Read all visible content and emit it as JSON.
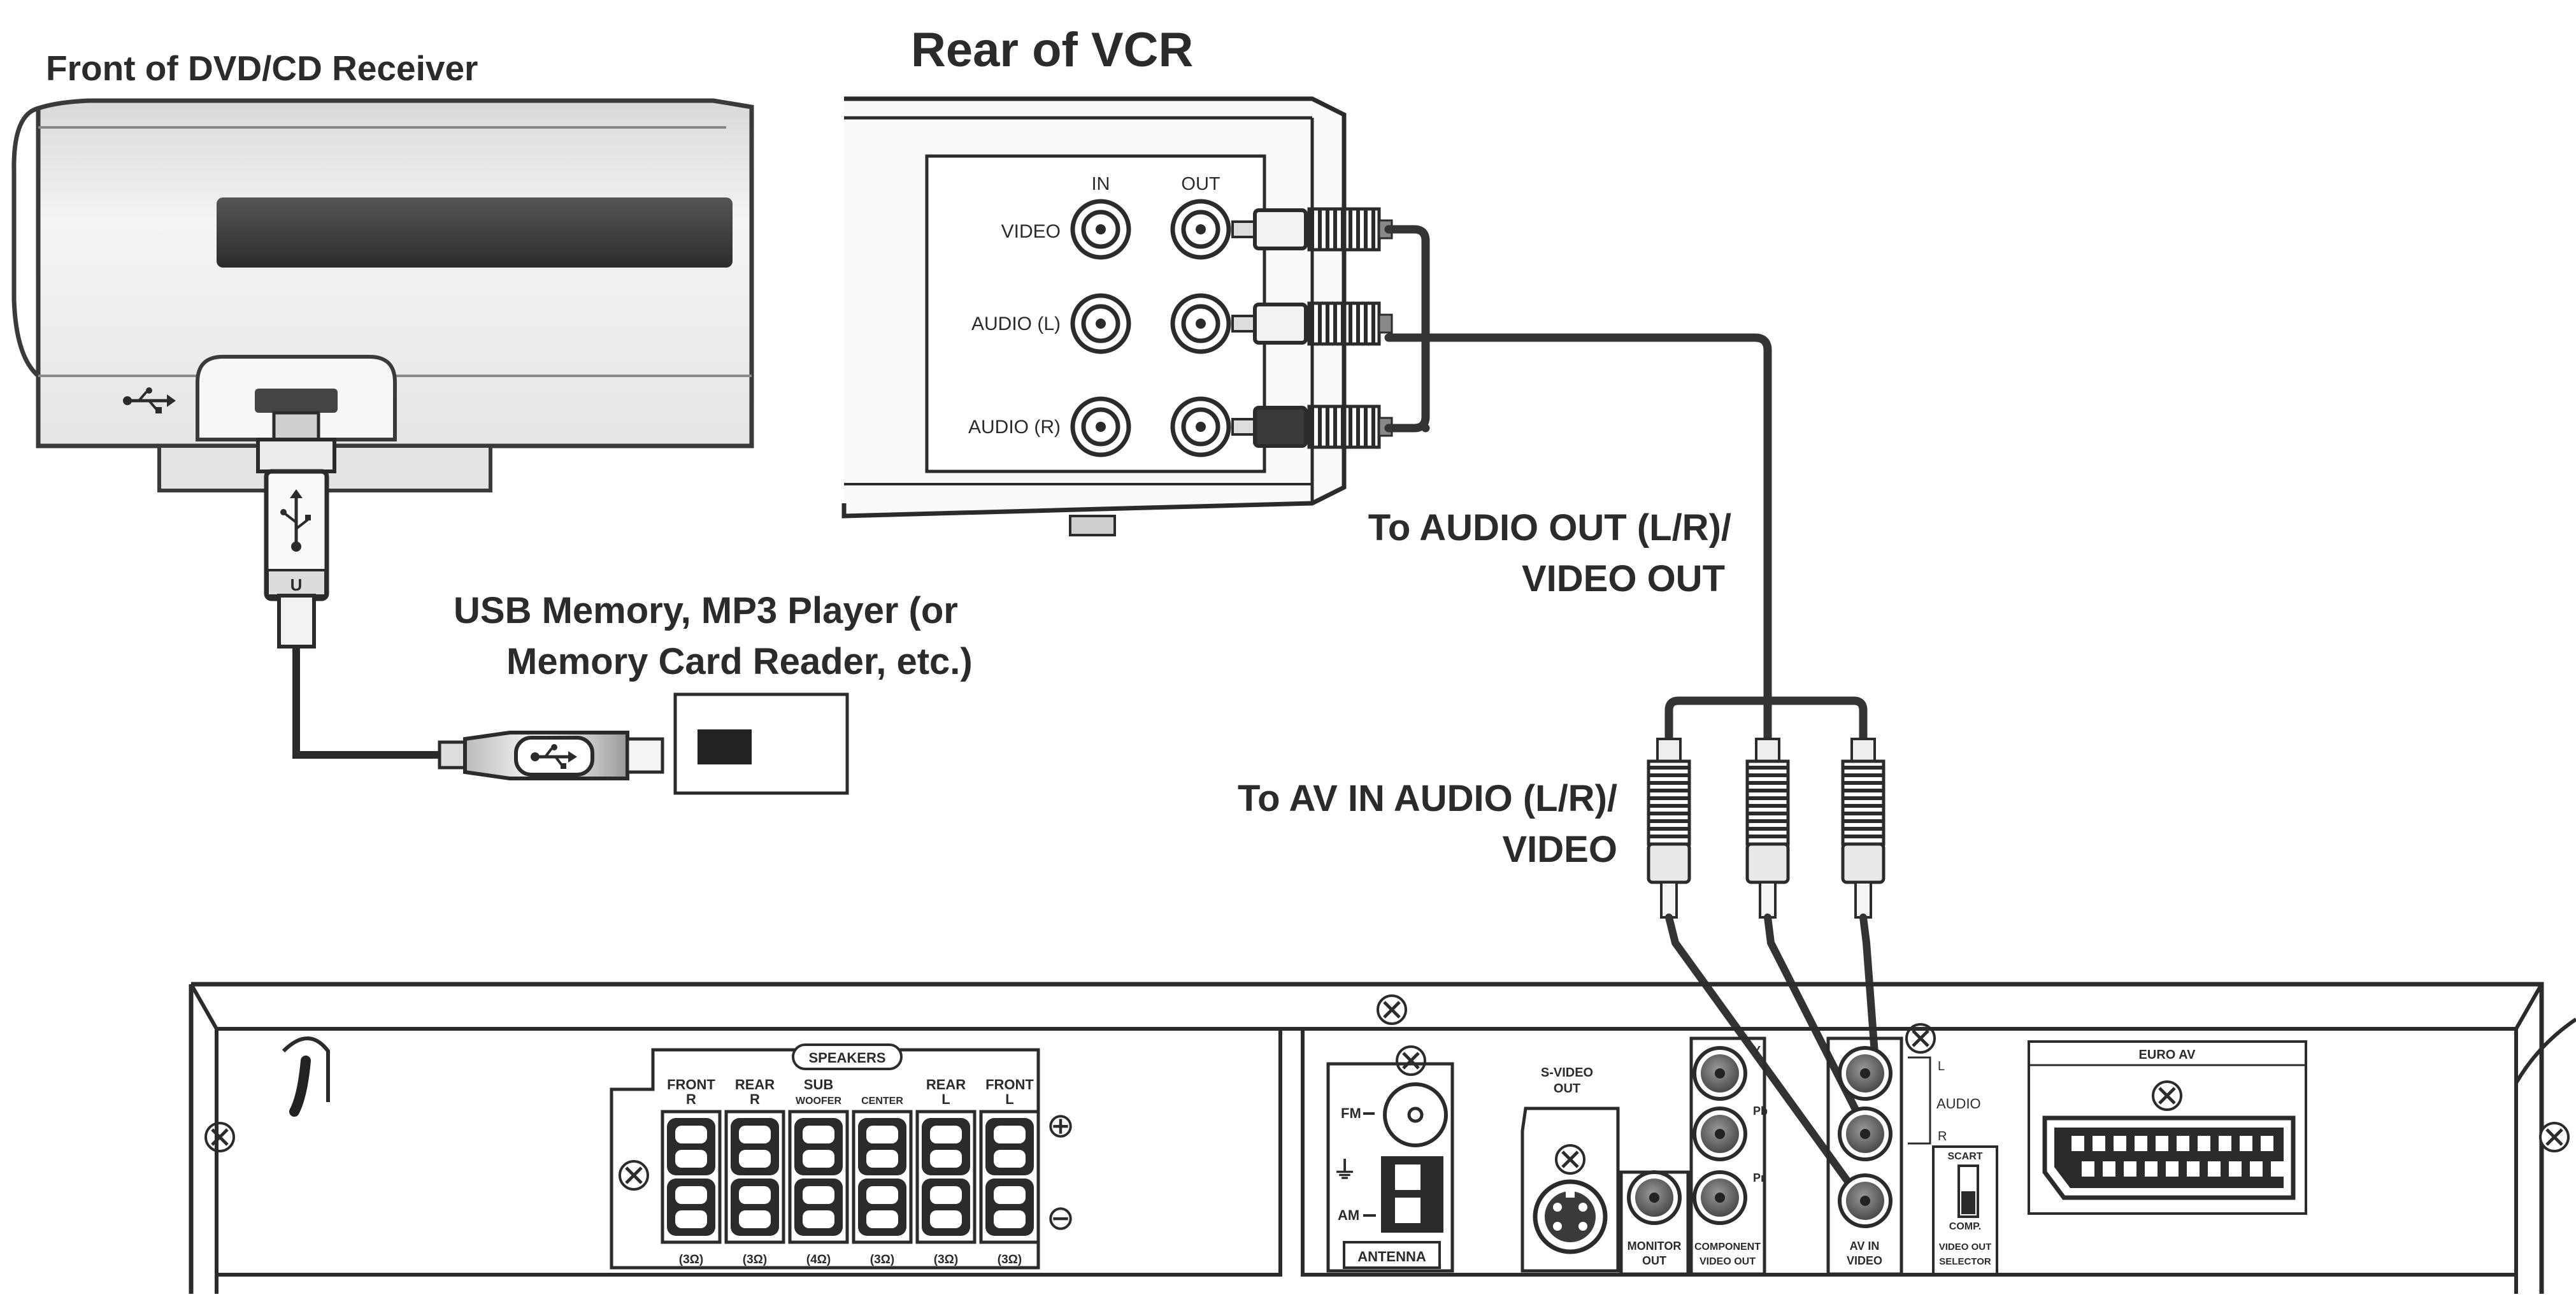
{
  "captions": {
    "dvd_front": "Front of DVD/CD Receiver",
    "vcr_rear": "Rear of VCR",
    "usb_line1": "USB Memory, MP3 Player (or",
    "usb_line2": "Memory Card Reader, etc.)",
    "vcr_out_line1": "To AUDIO OUT (L/R)/",
    "vcr_out_line2": "VIDEO OUT",
    "av_in_line1": "To AV IN AUDIO (L/R)/",
    "av_in_line2": "VIDEO"
  },
  "vcr_panel": {
    "col_in": "IN",
    "col_out": "OUT",
    "row_video": "VIDEO",
    "row_audio_l": "AUDIO (L)",
    "row_audio_r": "AUDIO (R)"
  },
  "usb_plug_letter": "U",
  "rear_panel": {
    "speakers_title": "SPEAKERS",
    "speaker_cols": [
      {
        "line1": "FRONT",
        "line2": "R",
        "imp": "(3Ω)"
      },
      {
        "line1": "REAR",
        "line2": "R",
        "imp": "(3Ω)"
      },
      {
        "line1": "SUB",
        "line2": "WOOFER",
        "imp": "(4Ω)"
      },
      {
        "line1": "",
        "line2": "CENTER",
        "imp": "(3Ω)"
      },
      {
        "line1": "REAR",
        "line2": "L",
        "imp": "(3Ω)"
      },
      {
        "line1": "FRONT",
        "line2": "L",
        "imp": "(3Ω)"
      }
    ],
    "plus_sign": "⊕",
    "minus_sign": "⊖",
    "fm": "FM",
    "am": "AM",
    "antenna": "ANTENNA",
    "svideo_line1": "S-VIDEO",
    "svideo_line2": "OUT",
    "monitor_line1": "MONITOR",
    "monitor_line2": "OUT",
    "component_line1": "COMPONENT",
    "component_line2": "VIDEO OUT",
    "comp_y": "Y",
    "comp_pb": "Pb",
    "comp_pr": "Pr",
    "audio": "AUDIO",
    "audio_l": "L",
    "audio_r": "R",
    "av_in_line1": "AV IN",
    "av_in_line2": "VIDEO",
    "scart": "SCART",
    "comp": "COMP.",
    "selector_line1": "VIDEO OUT",
    "selector_line2": "SELECTOR",
    "euro_av": "EURO AV"
  },
  "colors": {
    "ink": "#2b2b2b",
    "cable": "#333333",
    "device_fill": "#f2f2f2",
    "display_dark": "#3a3a3a"
  }
}
